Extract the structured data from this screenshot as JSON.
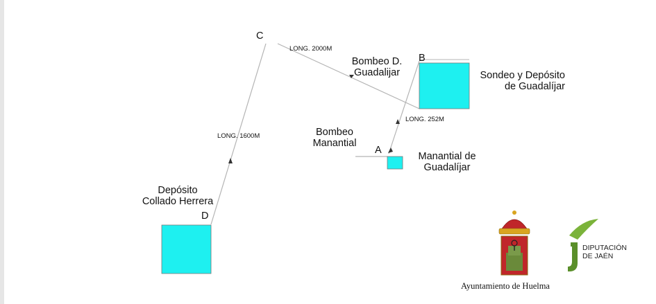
{
  "nodes": {
    "c": {
      "letter": "C"
    },
    "b": {
      "letter": "B"
    },
    "a": {
      "letter": "A"
    },
    "d": {
      "letter": "D"
    }
  },
  "pipes": {
    "c_to_b_length": "LONG. 2000M",
    "d_to_c_length": "LONG. 1600M",
    "a_to_b_length": "LONG. 252M"
  },
  "labels": {
    "bombeo_d_line1": "Bombeo D.",
    "bombeo_d_line2": "Guadalijar",
    "sondeo_line1": "Sondeo  y Depósito",
    "sondeo_line2": "de Guadalíjar",
    "bombeo_manantial_line1": "Bombeo",
    "bombeo_manantial_line2": "Manantial",
    "manantial_line1": "Manantial de",
    "manantial_line2": "Guadalíjar",
    "deposito_line1": "Depósito",
    "deposito_line2": "Collado Herrera"
  },
  "footer": {
    "ayuntamiento": "Ayuntamiento de Huelma",
    "diputacion_line1": "DIPUTACIÓN",
    "diputacion_line2": "DE JAÉN"
  },
  "colors": {
    "tank_fill": "#1ef0f0",
    "pipe": "#b4b4b4",
    "diputacion_green": "#5a8f2a",
    "crest_red": "#c0262a",
    "crest_gold": "#d9a520"
  }
}
